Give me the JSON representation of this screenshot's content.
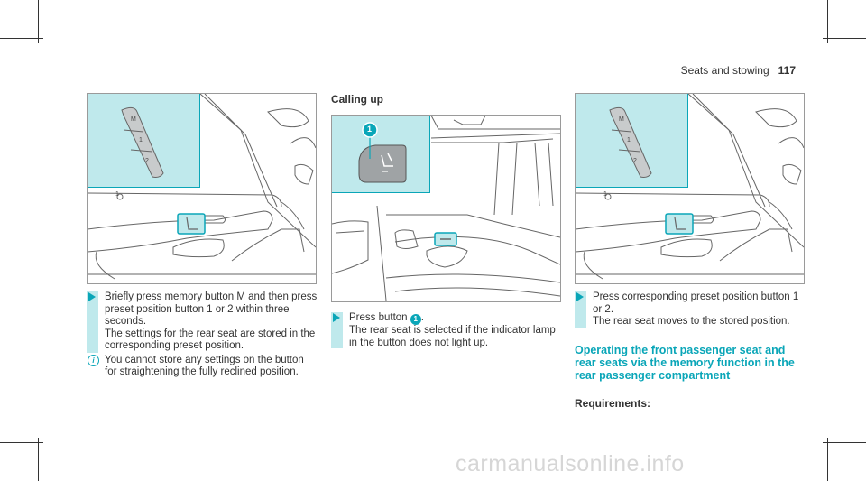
{
  "header": {
    "section": "Seats and stowing",
    "page": "117"
  },
  "figures": {
    "fig1": {
      "buttons": [
        "M",
        "1",
        "2"
      ],
      "marker": "1"
    },
    "fig2": {
      "callout": "1"
    },
    "fig3": {
      "buttons": [
        "M",
        "1",
        "2"
      ],
      "marker": "1"
    }
  },
  "col1": {
    "step": "Briefly press memory button M and then press preset position button 1 or 2 within three seconds.",
    "step_detail": "The settings for the rear seat are stored in the corresponding preset position.",
    "note": "You cannot store any settings on the button for straightening the fully reclined position."
  },
  "col2": {
    "heading": "Calling up",
    "step_prefix": "Press button",
    "step_callout": "1",
    "step_suffix": ".",
    "step_detail": "The rear seat is selected if the indicator lamp in the button does not light up."
  },
  "col3": {
    "step": "Press corresponding preset position button 1 or 2.",
    "step_detail": "The rear seat moves to the stored position.",
    "section_heading": "Operating the front passenger seat and rear seats via the memory function in the rear passenger compartment",
    "requirements": "Requirements:"
  },
  "watermark": "carmanualsonline.info",
  "colors": {
    "accent": "#0aa6b8",
    "highlight": "#bfe9ec"
  }
}
